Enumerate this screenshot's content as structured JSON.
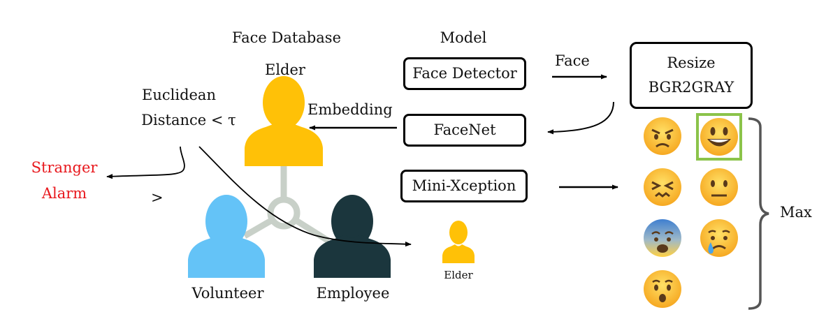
{
  "headings": {
    "face_database": "Face Database",
    "model": "Model"
  },
  "database": {
    "elder_label": "Elder",
    "volunteer_label": "Volunteer",
    "employee_label": "Employee",
    "small_elder_label": "Elder"
  },
  "distance": {
    "line1": "Euclidean",
    "line2": "Distance < τ"
  },
  "stranger": {
    "line1": "Stranger",
    "line2": "Alarm",
    "greater": ">"
  },
  "models": {
    "face_detector": "Face Detector",
    "facenet": "FaceNet",
    "mini_xception": "Mini-Xception"
  },
  "arrows": {
    "face": "Face",
    "embedding": "Embedding"
  },
  "preprocess": {
    "line1": "Resize",
    "line2": "BGR2GRAY"
  },
  "emotions": {
    "items": [
      "angry-face",
      "smiling-face",
      "persevering-face",
      "neutral-face",
      "fearful-face",
      "crying-face",
      "surprised-face"
    ],
    "selected": "smiling-face",
    "max_label": "Max"
  },
  "colors": {
    "elder": "#ffc107",
    "volunteer": "#64c3f7",
    "employee": "#1b363d",
    "connector": "#c8d0c8",
    "stranger": "#e8171c",
    "highlight": "#8bc34a",
    "emoji": "#ffc62a"
  }
}
